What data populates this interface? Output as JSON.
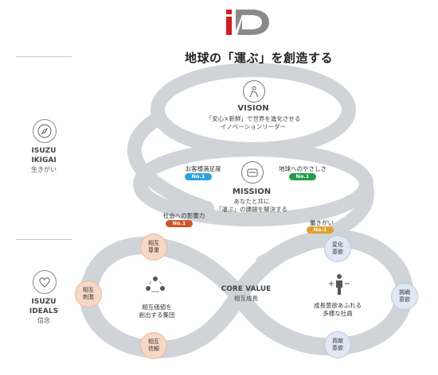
{
  "logo": {
    "text": "iD"
  },
  "tagline": "地球の「運ぶ」を創造する",
  "side": {
    "ikigai": {
      "title1": "ISUZU",
      "title2": "IKIGAI",
      "subtitle": "生きがい",
      "icon": "compass-icon"
    },
    "ideals": {
      "title1": "ISUZU",
      "title2": "IDEALS",
      "subtitle": "信念",
      "icon": "heart-icon"
    }
  },
  "vision": {
    "title": "VISION",
    "line1": "「安心×新鮮」で世界を進化させる",
    "line2": "イノベーションリーダー",
    "icon": "vision-icon"
  },
  "mission": {
    "title": "MISSION",
    "line1": "あなたと共に",
    "line2": "「運ぶ」の課題を解決する",
    "icon": "mission-icon"
  },
  "goals": [
    {
      "label": "お客様満足度",
      "badge": "No.1",
      "color": "#29a3de"
    },
    {
      "label": "地球へのやさしさ",
      "badge": "No.1",
      "color": "#1e9e4a"
    },
    {
      "label": "社会への影響力",
      "badge": "No.1",
      "color": "#d1542a"
    },
    {
      "label": "働きがい",
      "badge": "No.1",
      "color": "#e0a02a"
    }
  ],
  "core": {
    "title": "CORE VALUE",
    "subtitle": "相互成長"
  },
  "left_loop": {
    "caption1": "相互価値を",
    "caption2": "創出する集団",
    "icon": "people-circle-icon",
    "bubbles": [
      {
        "line1": "相互",
        "line2": "尊重"
      },
      {
        "line1": "相互",
        "line2": "刺激"
      },
      {
        "line1": "相互",
        "line2": "信頼"
      }
    ]
  },
  "right_loop": {
    "caption1": "成長意欲あふれる",
    "caption2": "多様な社員",
    "icon": "diverse-people-icon",
    "bubbles": [
      {
        "line1": "変化",
        "line2": "意欲"
      },
      {
        "line1": "挑戦",
        "line2": "意欲"
      },
      {
        "line1": "貢献",
        "line2": "意欲"
      }
    ]
  },
  "colors": {
    "loop": "#cfd3d8",
    "accent": "#d71920",
    "logo_grey": "#8a8a8a"
  }
}
